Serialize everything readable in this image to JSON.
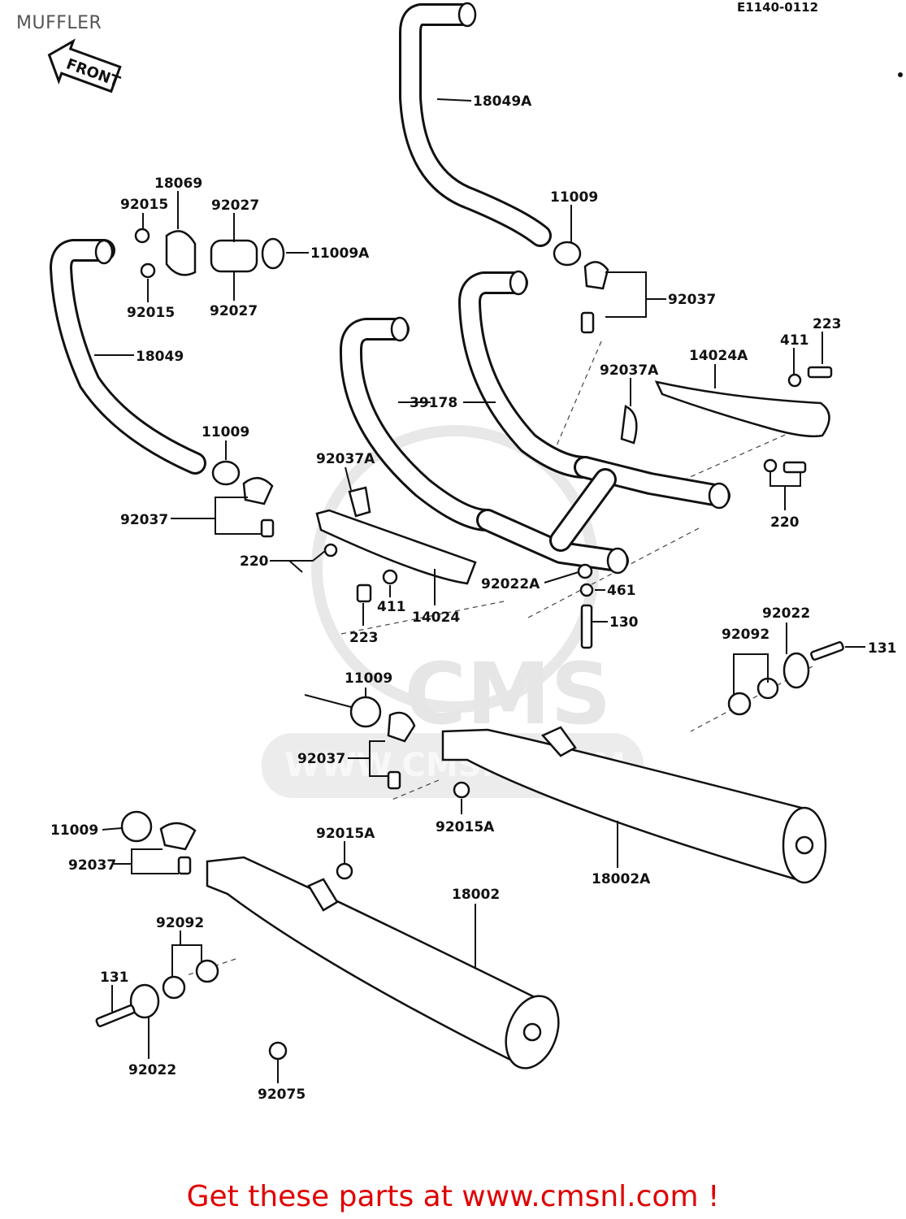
{
  "page": {
    "title": "MUFFLER",
    "diagram_code": "E1140-0112",
    "front_arrow_label": "FRONT",
    "footer_link": "Get these parts at www.cmsnl.com !"
  },
  "watermark": {
    "brand": "CMS",
    "url": "WWW.CMSNL.COM"
  },
  "part_labels": [
    "18049A",
    "11009",
    "92037",
    "18069",
    "92015",
    "92027",
    "11009A",
    "92015",
    "92027",
    "18049",
    "223",
    "411",
    "14024A",
    "92037A",
    "39178",
    "11009",
    "92037A",
    "92037",
    "220",
    "220",
    "92022A",
    "461",
    "411",
    "223",
    "14024",
    "130",
    "92022",
    "92092",
    "131",
    "11009",
    "92037",
    "92015A",
    "11009",
    "92037",
    "92015A",
    "18002A",
    "18002",
    "92092",
    "131",
    "92022",
    "92075"
  ]
}
